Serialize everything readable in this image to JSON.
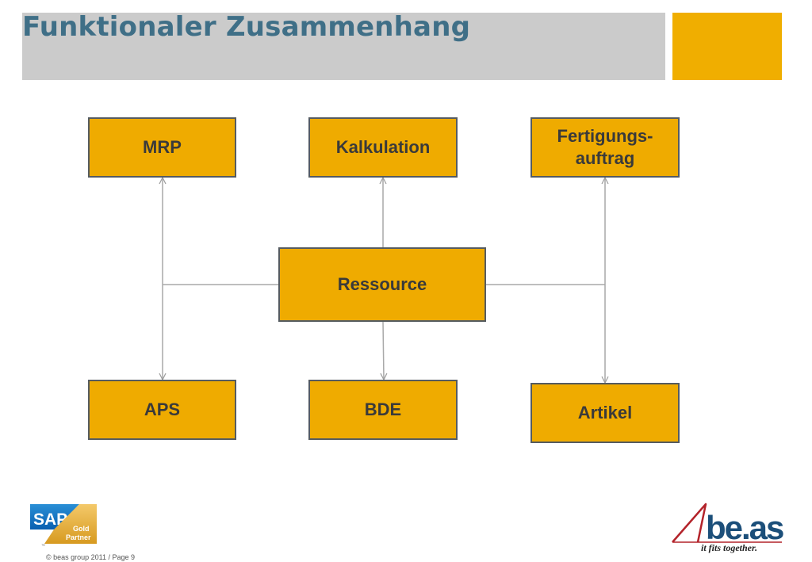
{
  "title": "Funktionaler Zusammenhang",
  "nodes": {
    "mrp": "MRP",
    "kalkulation": "Kalkulation",
    "fertigungsauftrag_line1": "Fertigungs-",
    "fertigungsauftrag_line2": "auftrag",
    "ressource": "Ressource",
    "aps": "APS",
    "bde": "BDE",
    "artikel": "Artikel"
  },
  "footer": "© beas group 2011 / Page 9",
  "sap_logo": {
    "brand": "SAP",
    "badge_line1": "Gold",
    "badge_line2": "Partner",
    "tm": "™"
  },
  "beas_logo": {
    "brand": "be.as",
    "tagline": "it fits together."
  },
  "colors": {
    "node_fill": "#efab00",
    "accent": "#f0ae00",
    "title": "#3f6f87",
    "title_bar": "#cbcbcb",
    "connector": "#a9a9a9"
  }
}
